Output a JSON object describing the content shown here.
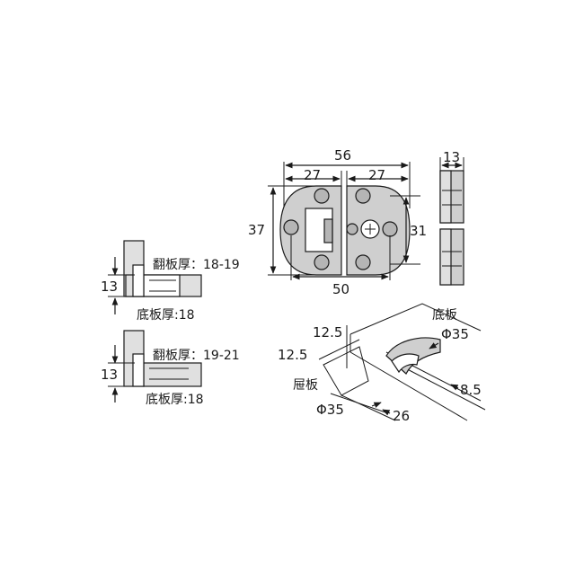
{
  "front_view": {
    "overall_width": "56",
    "left_half": "27",
    "right_half": "27",
    "height": "37",
    "inner_height": "31",
    "hole_span": "50"
  },
  "side_view": {
    "thickness": "13"
  },
  "install_top": {
    "flap_label": "翻板厚：18-19",
    "gap": "13",
    "base_label": "底板厚:18"
  },
  "install_bottom": {
    "flap_label": "翻板厚：19-21",
    "gap": "13",
    "base_label": "底板厚:18"
  },
  "iso_view": {
    "dim_a": "12.5",
    "dim_b": "12.5",
    "flap_label": "屉板",
    "base_label": "底板",
    "cup_top": "Φ35",
    "cup_bottom": "Φ35",
    "depth": "8.5",
    "offset": "26"
  }
}
